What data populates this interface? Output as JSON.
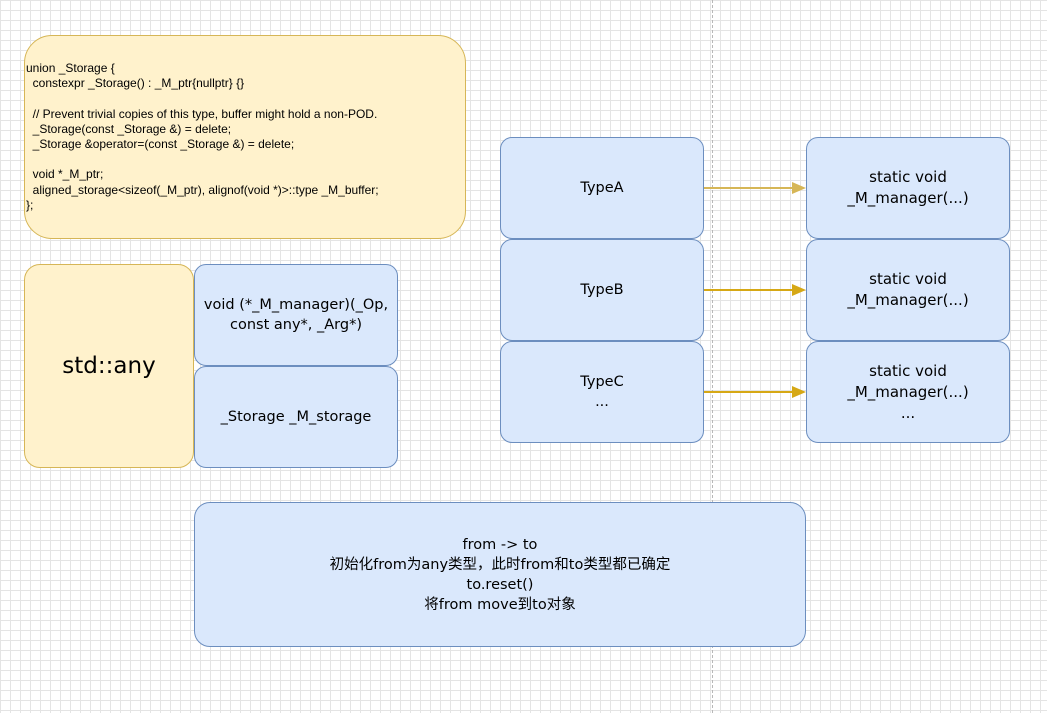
{
  "code_box": {
    "text": "union _Storage {\n  constexpr _Storage() : _M_ptr{nullptr} {}\n\n  // Prevent trivial copies of this type, buffer might hold a non-POD.\n  _Storage(const _Storage &) = delete;\n  _Storage &operator=(const _Storage &) = delete;\n\n  void *_M_ptr;\n  aligned_storage<sizeof(_M_ptr), alignof(void *)>::type _M_buffer;\n};"
  },
  "any_box": {
    "label": "std::any"
  },
  "manager_field": {
    "label": "void (*_M_manager)(_Op,\nconst any*, _Arg*)"
  },
  "storage_field": {
    "label": "_Storage _M_storage"
  },
  "types": [
    {
      "label": "TypeA"
    },
    {
      "label": "TypeB"
    },
    {
      "label": "TypeC\n..."
    }
  ],
  "managers": [
    {
      "label": "static void\n_M_manager(...)"
    },
    {
      "label": "static void\n_M_manager(...)"
    },
    {
      "label": "static void\n_M_manager(...)\n..."
    }
  ],
  "note": {
    "text": "from -> to\n初始化from为any类型，此时from和to类型都已确定\nto.reset()\n将from move到to对象"
  },
  "colors": {
    "blue_fill": "#dae8fc",
    "blue_stroke": "#6c8ebf",
    "yellow_fill": "#fff2cc",
    "yellow_stroke": "#d6b656",
    "arrow": "#d6a815"
  }
}
